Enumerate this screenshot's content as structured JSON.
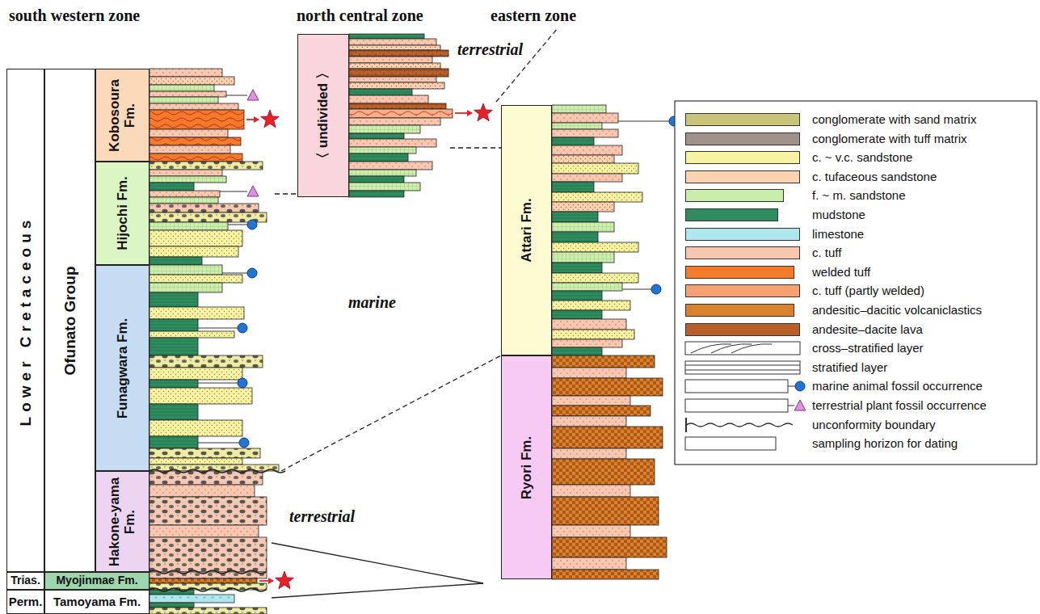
{
  "diagram": {
    "nodes": [
      {
        "text": [
          "Lower Cretaceous"
        ]
      },
      {
        "text": [
          "Ofunato Group"
        ]
      },
      {
        "text": [
          "Kobosoura Fm."
        ]
      },
      {
        "text": [
          "Hijochi Fm."
        ]
      },
      {
        "text": [
          "Funagwara Fm."
        ]
      },
      {
        "text": [
          "Hakone-yama Fm."
        ]
      },
      {
        "text": [
          "Trias."
        ]
      },
      {
        "text": [
          "Myojinmae Fm."
        ]
      },
      {
        "text": [
          "Perm."
        ]
      },
      {
        "text": [
          "Tamoyama Fm."
        ]
      },
      {
        "text": [
          "〈 undivided 〉"
        ]
      },
      {
        "text": [
          "Attari Fm."
        ]
      },
      {
        "text": [
          "Ryori Fm."
        ]
      }
    ],
    "labels": [
      "south western zone",
      "north central zone",
      "eastern zone",
      "terrestrial",
      "marine",
      "terrestrial"
    ],
    "legend": [
      {
        "text": "conglomerate with sand matrix",
        "color": "#c9c47a"
      },
      {
        "text": "conglomerate with tuff matrix",
        "color": "#a0928a"
      },
      {
        "text": "c. ~ v.c. sandstone",
        "color": "#f7f3a2"
      },
      {
        "text": "c. tufaceous sandstone",
        "color": "#fbd3b0"
      },
      {
        "text": "f. ~ m. sandstone",
        "color": "#c9eeaa"
      },
      {
        "text": "mudstone",
        "color": "#2f8c5e"
      },
      {
        "text": "limestone",
        "color": "#aee8ee"
      },
      {
        "text": "c. tuff",
        "color": "#f8c7b0"
      },
      {
        "text": "welded tuff",
        "color": "#f57a2a"
      },
      {
        "text": "c. tuff (partly welded)",
        "color": "#f7a070"
      },
      {
        "text": "andesitic–dacitic volcaniclastics",
        "color": "#d9822f"
      },
      {
        "text": "andesite–dacite lava",
        "color": "#b9602a"
      },
      {
        "text": "cross–stratified layer"
      },
      {
        "text": "stratified layer"
      },
      {
        "text": "marine animal fossil occurrence"
      },
      {
        "text": "terrestrial plant fossil occurrence"
      },
      {
        "text": "unconformity boundary"
      },
      {
        "text": "sampling horizon for dating"
      }
    ]
  }
}
